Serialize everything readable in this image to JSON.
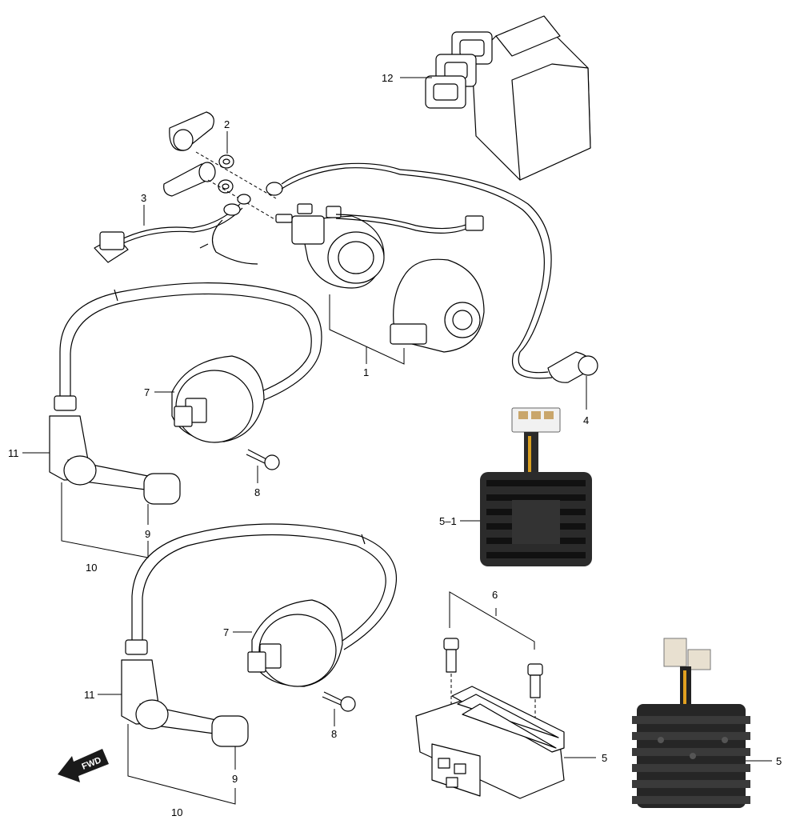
{
  "labels": {
    "l1": "1",
    "l2": "2",
    "l3": "3",
    "l4": "4",
    "l5_1": "5–1",
    "l5_a": "5",
    "l5_b": "5",
    "l6": "6",
    "l7_a": "7",
    "l7_b": "7",
    "l8_a": "8",
    "l8_b": "8",
    "l9_a": "9",
    "l9_b": "9",
    "l10_a": "10",
    "l10_b": "10",
    "l11_a": "11",
    "l11_b": "11",
    "l12": "12",
    "fwd": "FWD"
  }
}
